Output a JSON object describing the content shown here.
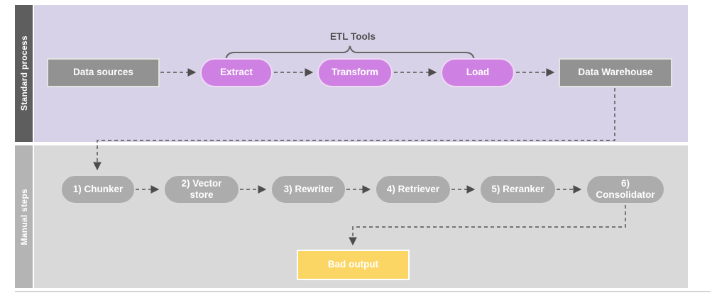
{
  "diagram": {
    "sections": [
      {
        "id": "standard-process",
        "label": "Standard process"
      },
      {
        "id": "manual-steps",
        "label": "Manual steps"
      }
    ],
    "bracket_label": "ETL Tools",
    "nodes": {
      "data_sources": "Data sources",
      "extract": "Extract",
      "transform": "Transform",
      "load": "Load",
      "data_warehouse": "Data Warehouse",
      "chunker": "1) Chunker",
      "vector_store": "2) Vector store",
      "rewriter": "3) Rewriter",
      "retriever": "4) Retriever",
      "reranker": "5) Reranker",
      "consolidator": "6) Consolidator",
      "bad_output": "Bad output"
    },
    "edges": [
      {
        "from": "data_sources",
        "to": "extract",
        "style": "dashed-arrow"
      },
      {
        "from": "extract",
        "to": "transform",
        "style": "dashed-arrow"
      },
      {
        "from": "transform",
        "to": "load",
        "style": "dashed-arrow"
      },
      {
        "from": "load",
        "to": "data_warehouse",
        "style": "dashed-arrow"
      },
      {
        "from": "data_warehouse",
        "to": "chunker",
        "style": "dashed-arrow"
      },
      {
        "from": "chunker",
        "to": "vector_store",
        "style": "dashed-arrow"
      },
      {
        "from": "vector_store",
        "to": "rewriter",
        "style": "dashed-arrow"
      },
      {
        "from": "rewriter",
        "to": "retriever",
        "style": "dashed-arrow"
      },
      {
        "from": "retriever",
        "to": "reranker",
        "style": "dashed-arrow"
      },
      {
        "from": "reranker",
        "to": "consolidator",
        "style": "dashed-arrow"
      },
      {
        "from": "consolidator",
        "to": "bad_output",
        "style": "dashed-arrow"
      }
    ],
    "colors": {
      "band_top_bg": "#d8d2e8",
      "band_bottom_bg": "#d9d9d9",
      "sidebar_top_bg": "#5e5e5e",
      "sidebar_bottom_bg": "#b4b4b4",
      "rect_gray": "#929292",
      "pill_purple": "#cf81e3",
      "pill_gray": "#acacac",
      "rect_yellow": "#fcd664",
      "connector": "#666666",
      "label_text": "#ffffff",
      "bracket_text": "#4c4c4c"
    }
  }
}
